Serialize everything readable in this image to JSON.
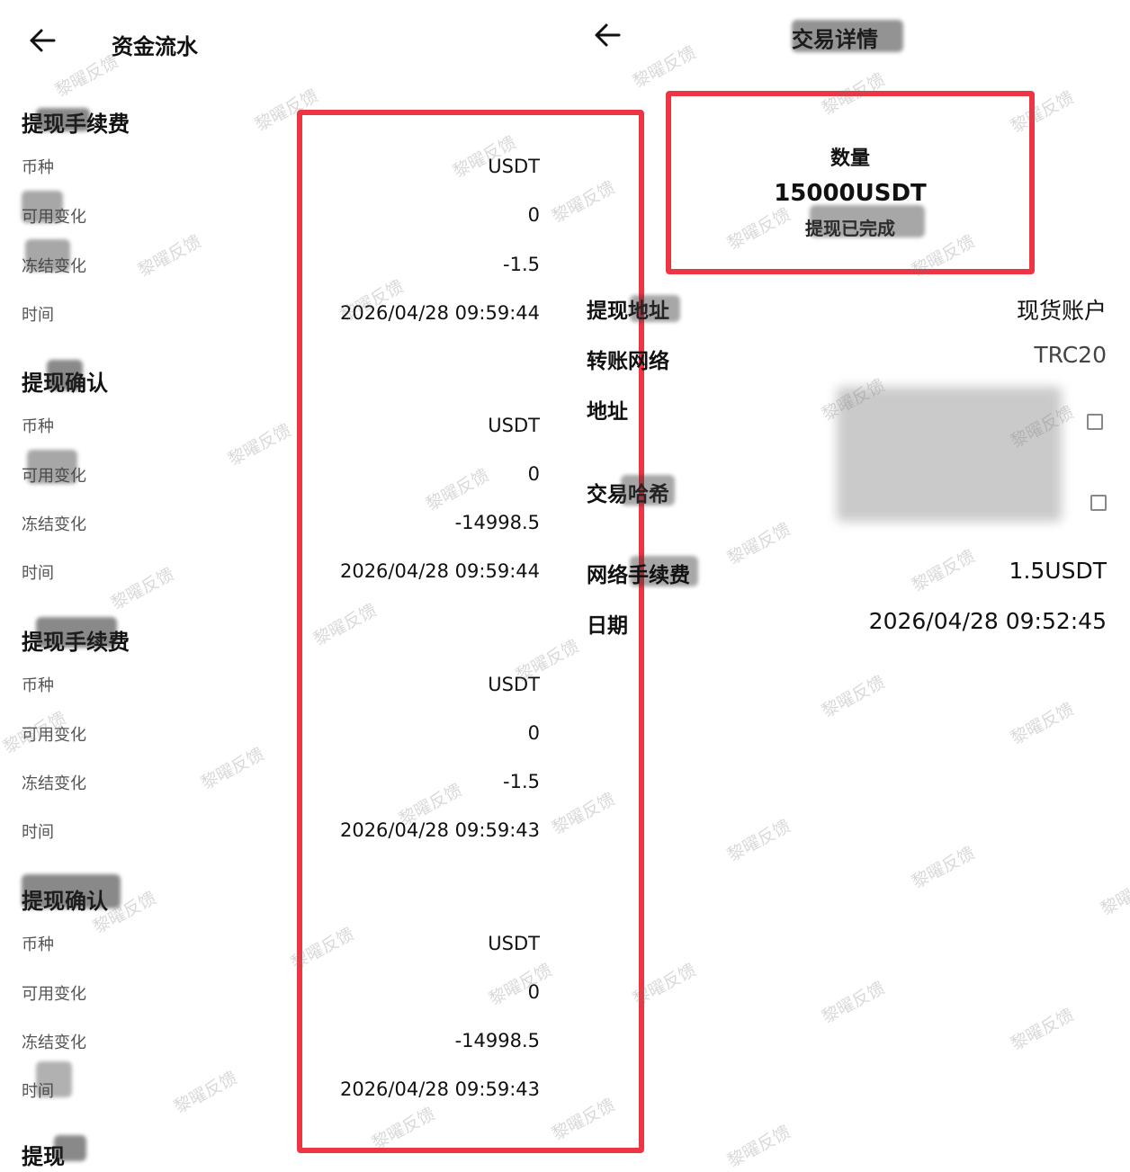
{
  "left": {
    "title": "资金流水",
    "sections": [
      {
        "title": "提现手续费",
        "labels": [
          "币种",
          "可用变化",
          "冻结变化",
          "时间"
        ],
        "values": [
          "USDT",
          "0",
          "-1.5",
          "2026/04/28 09:59:44"
        ]
      },
      {
        "title": "提现确认",
        "labels": [
          "币种",
          "可用变化",
          "冻结变化",
          "时间"
        ],
        "values": [
          "USDT",
          "0",
          "-14998.5",
          "2026/04/28 09:59:44"
        ]
      },
      {
        "title": "提现手续费",
        "labels": [
          "币种",
          "可用变化",
          "冻结变化",
          "时间"
        ],
        "values": [
          "USDT",
          "0",
          "-1.5",
          "2026/04/28 09:59:43"
        ]
      },
      {
        "title": "提现确认",
        "labels": [
          "币种",
          "可用变化",
          "冻结变化",
          "时间"
        ],
        "values": [
          "USDT",
          "0",
          "-14998.5",
          "2026/04/28 09:59:43"
        ]
      },
      {
        "title": "提现"
      }
    ]
  },
  "right": {
    "title": "交易详情",
    "summary": {
      "label": "数量",
      "amount": "15000USDT",
      "status": "提现已完成"
    },
    "rows": [
      {
        "label": "提现地址",
        "value": "现货账户"
      },
      {
        "label": "转账网络",
        "value": "TRC20"
      },
      {
        "label": "地址",
        "value": ""
      },
      {
        "label": "交易哈希",
        "value": ""
      },
      {
        "label": "网络手续费",
        "value": "1.5USDT"
      },
      {
        "label": "日期",
        "value": "2026/04/28 09:52:45"
      }
    ]
  },
  "watermark": "黎曜反馈",
  "colors": {
    "highlight": "#ee3544",
    "text": "#111111",
    "label": "#555555"
  }
}
